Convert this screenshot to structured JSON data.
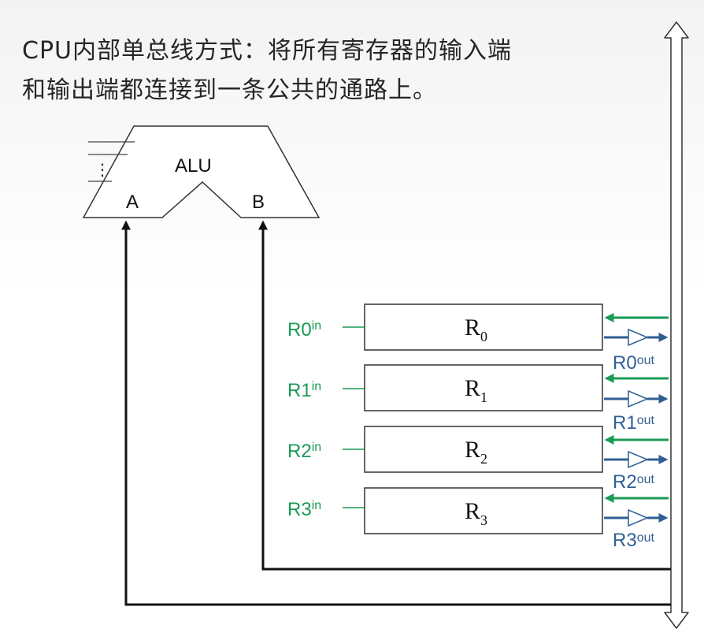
{
  "title": {
    "line1": "CPU内部单总线方式：将所有寄存器的输入端",
    "line2": "和输出端都连接到一条公共的通路上。"
  },
  "alu": {
    "label": "ALU",
    "port_a": "A",
    "port_b": "B",
    "ellipsis": "⋮"
  },
  "registers": [
    {
      "name": "R",
      "sub": "0",
      "in_main": "R0",
      "in_suffix": "in",
      "out_main": "R0",
      "out_suffix": "out"
    },
    {
      "name": "R",
      "sub": "1",
      "in_main": "R1",
      "in_suffix": "in",
      "out_main": "R1",
      "out_suffix": "out"
    },
    {
      "name": "R",
      "sub": "2",
      "in_main": "R2",
      "in_suffix": "in",
      "out_main": "R2",
      "out_suffix": "out"
    },
    {
      "name": "R",
      "sub": "3",
      "in_main": "R3",
      "in_suffix": "in",
      "out_main": "R3",
      "out_suffix": "out"
    }
  ],
  "colors": {
    "input_signal": "#1a9a55",
    "output_signal": "#2f5f95",
    "wire": "#111111",
    "bus": "#333333"
  }
}
